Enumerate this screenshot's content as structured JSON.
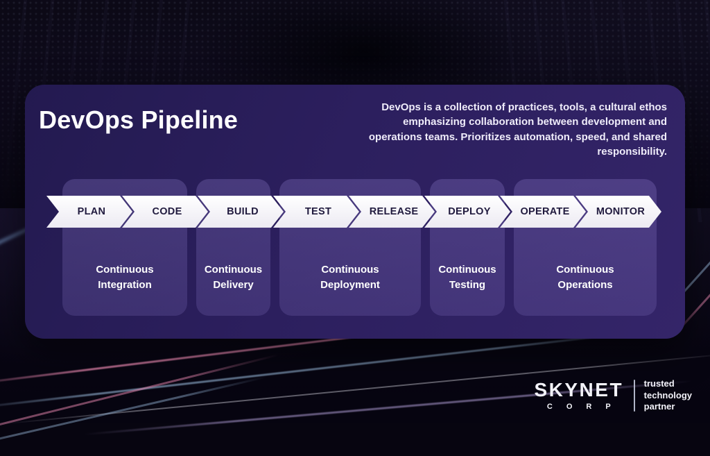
{
  "card": {
    "title": "DevOps Pipeline",
    "description": "DevOps is a collection of practices, tools, a cultural ethos emphasizing collaboration between development and operations teams. Prioritizes automation, speed, and shared responsibility."
  },
  "pipeline": {
    "stages": [
      {
        "label": "PLAN"
      },
      {
        "label": "CODE"
      },
      {
        "label": "BUILD"
      },
      {
        "label": "TEST"
      },
      {
        "label": "RELEASE"
      },
      {
        "label": "DEPLOY"
      },
      {
        "label": "OPERATE"
      },
      {
        "label": "MONITOR"
      }
    ],
    "groups": [
      {
        "label": "Continuous Integration"
      },
      {
        "label": "Continuous Delivery"
      },
      {
        "label": "Continuous Deployment"
      },
      {
        "label": "Continuous Testing"
      },
      {
        "label": "Continuous Operations"
      }
    ]
  },
  "footer": {
    "brand": "SKYNET",
    "brand_sub": "CORP",
    "tagline": [
      "trusted",
      "technology",
      "partner"
    ]
  },
  "colors": {
    "card_purple": "#2c1f5e",
    "group_box_tint": "#9e8cde",
    "chevron_white": "#ffffff",
    "chevron_text": "#201a3e",
    "accent_pink": "#e987b0",
    "accent_blue": "#96b6d8"
  }
}
